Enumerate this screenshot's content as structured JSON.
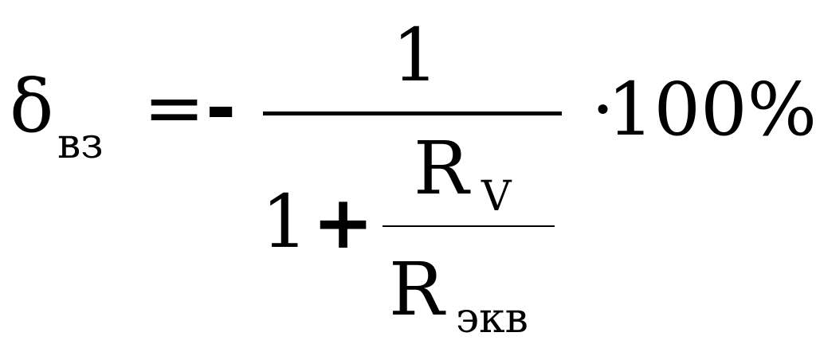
{
  "formula": {
    "lhs": {
      "symbol": "δ",
      "subscript": "вз"
    },
    "equals": "=",
    "minus": "-",
    "fraction": {
      "numerator": "1",
      "denominator": {
        "one": "1",
        "plus": "+",
        "inner_fraction": {
          "numerator": {
            "symbol": "R",
            "subscript": "V"
          },
          "denominator": {
            "symbol": "R",
            "subscript": "экв"
          }
        }
      }
    },
    "multiply": "·",
    "factor": "100%"
  }
}
